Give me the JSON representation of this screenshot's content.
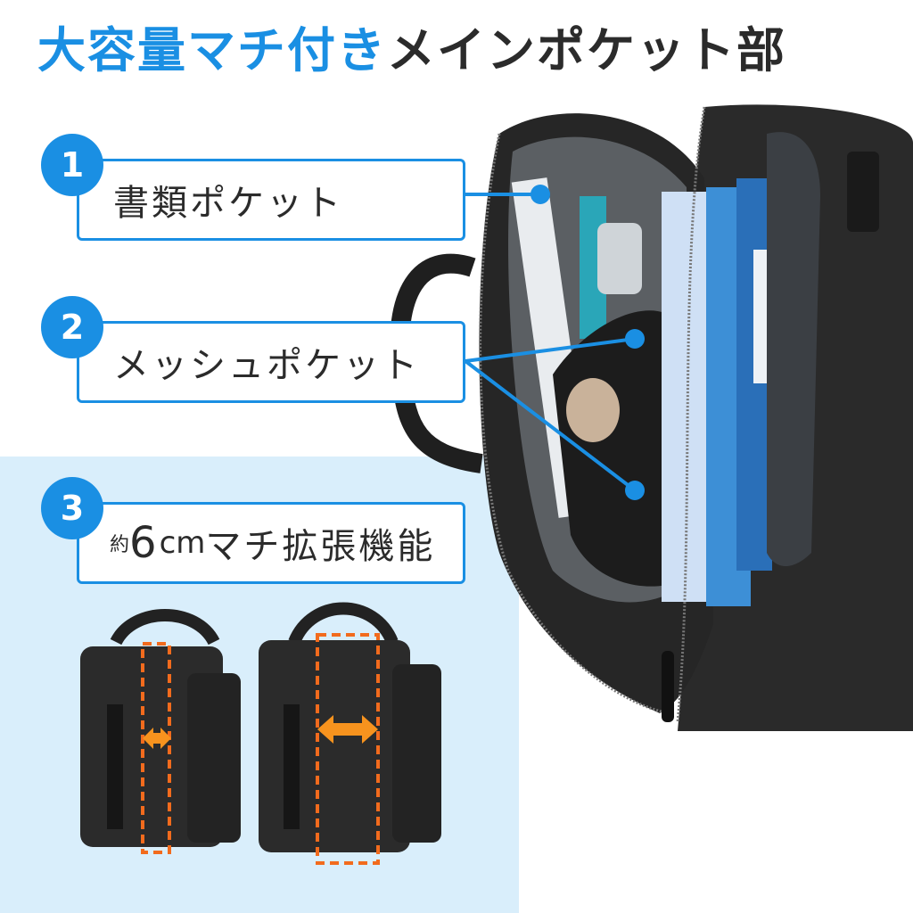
{
  "title": {
    "highlight": "大容量マチ付き",
    "rest": "メインポケット部"
  },
  "callouts": [
    {
      "number": "1",
      "label": "書類ポケット"
    },
    {
      "number": "2",
      "label": "メッシュポケット"
    },
    {
      "number": "3",
      "prefix": "約",
      "value": "6",
      "unit": "cm",
      "label": "マチ拡張機能"
    }
  ],
  "colors": {
    "accent_blue": "#1a8fe3",
    "panel_bg": "#d9eefb",
    "text_dark": "#2b2b2b",
    "highlight_orange": "#f26b1d",
    "arrow_orange": "#f7931e"
  }
}
